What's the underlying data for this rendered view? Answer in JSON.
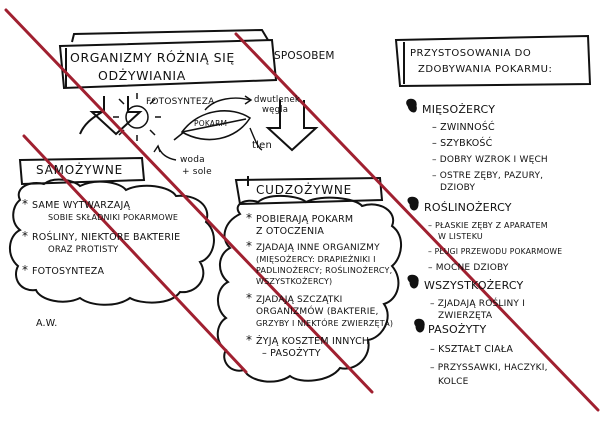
{
  "title": {
    "line1": "Organizmy różnią się",
    "line1b": "sposobem",
    "line2": "odżywiania"
  },
  "center": {
    "photosynthesis": "fotosynteza",
    "co2_line1": "dwutlenek",
    "co2_line2": "węgla",
    "food": "pokarm",
    "oxygen": "tlen",
    "water_line1": "woda",
    "water_line2": "+ sole"
  },
  "autotrophs": {
    "heading": "Samożywne",
    "items": [
      {
        "line1": "Same wytwarzają",
        "line2": "sobie składniki pokarmowe"
      },
      {
        "line1": "Rośliny, niektóre bakterie",
        "line2": "oraz protisty"
      },
      {
        "line1": "Fotosynteza",
        "line2": ""
      }
    ]
  },
  "heterotrophs": {
    "heading": "Cudzożywne",
    "items": [
      {
        "lines": [
          "Pobierają pokarm",
          "z otoczenia"
        ]
      },
      {
        "lines": [
          "Zjadają inne organizmy",
          "(mięsożercy: drapieżniki i",
          "padlinożercy; roślinożercy,",
          "wszystkożercy)"
        ]
      },
      {
        "lines": [
          "Zjadają szczątki",
          "organizmów (bakterie,",
          "grzyby i niektóre zwierzęta)"
        ]
      },
      {
        "lines": [
          "Żyją kosztem innych",
          "– pasożyty"
        ]
      }
    ]
  },
  "adaptations": {
    "heading_line1": "Przystosowania do",
    "heading_line2": "zdobywania pokarmu:",
    "groups": [
      {
        "name": "Mięsożercy",
        "details": [
          "– zwinność",
          "– szybkość",
          "– dobry wzrok i węch",
          "– ostre zęby, pazury,",
          "dzioby"
        ]
      },
      {
        "name": "Roślinożercy",
        "details": [
          "– płaskie zęby z aparatem",
          "w listeku",
          "– pługi przewodu pokarmowe",
          "– mocne dzioby"
        ]
      },
      {
        "name": "Wszystkożercy",
        "details": [
          "– zjadają rośliny i",
          "zwierzęta"
        ]
      },
      {
        "name": "Pasożyty",
        "details": [
          "– kształt ciała",
          "– przyssawki, haczyki,",
          "kolce"
        ]
      }
    ]
  },
  "author": "A.W.",
  "colors": {
    "ink": "#111111",
    "strike": "#a02030",
    "background": "#ffffff"
  }
}
